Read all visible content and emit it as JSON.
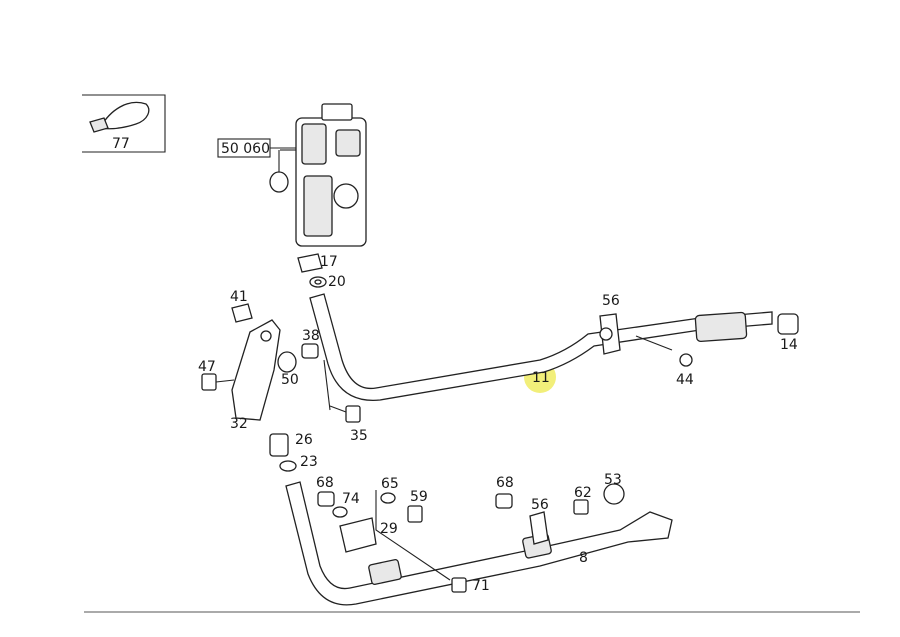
{
  "diagram": {
    "callouts": [
      {
        "id": "c77",
        "text": "77"
      },
      {
        "id": "c50060",
        "text": "50 060"
      },
      {
        "id": "c17",
        "text": "17"
      },
      {
        "id": "c20",
        "text": "20"
      },
      {
        "id": "c41",
        "text": "41"
      },
      {
        "id": "c38",
        "text": "38"
      },
      {
        "id": "c47",
        "text": "47"
      },
      {
        "id": "c50",
        "text": "50"
      },
      {
        "id": "c32",
        "text": "32"
      },
      {
        "id": "c35",
        "text": "35"
      },
      {
        "id": "c11",
        "text": "11"
      },
      {
        "id": "c56a",
        "text": "56"
      },
      {
        "id": "c14",
        "text": "14"
      },
      {
        "id": "c44",
        "text": "44"
      },
      {
        "id": "c26",
        "text": "26"
      },
      {
        "id": "c23",
        "text": "23"
      },
      {
        "id": "c68a",
        "text": "68"
      },
      {
        "id": "c74",
        "text": "74"
      },
      {
        "id": "c65",
        "text": "65"
      },
      {
        "id": "c59",
        "text": "59"
      },
      {
        "id": "c29",
        "text": "29"
      },
      {
        "id": "c71",
        "text": "71"
      },
      {
        "id": "c68b",
        "text": "68"
      },
      {
        "id": "c56b",
        "text": "56"
      },
      {
        "id": "c62",
        "text": "62"
      },
      {
        "id": "c53",
        "text": "53"
      },
      {
        "id": "c8",
        "text": "8"
      }
    ],
    "highlight_color": "#f2ef7a"
  }
}
